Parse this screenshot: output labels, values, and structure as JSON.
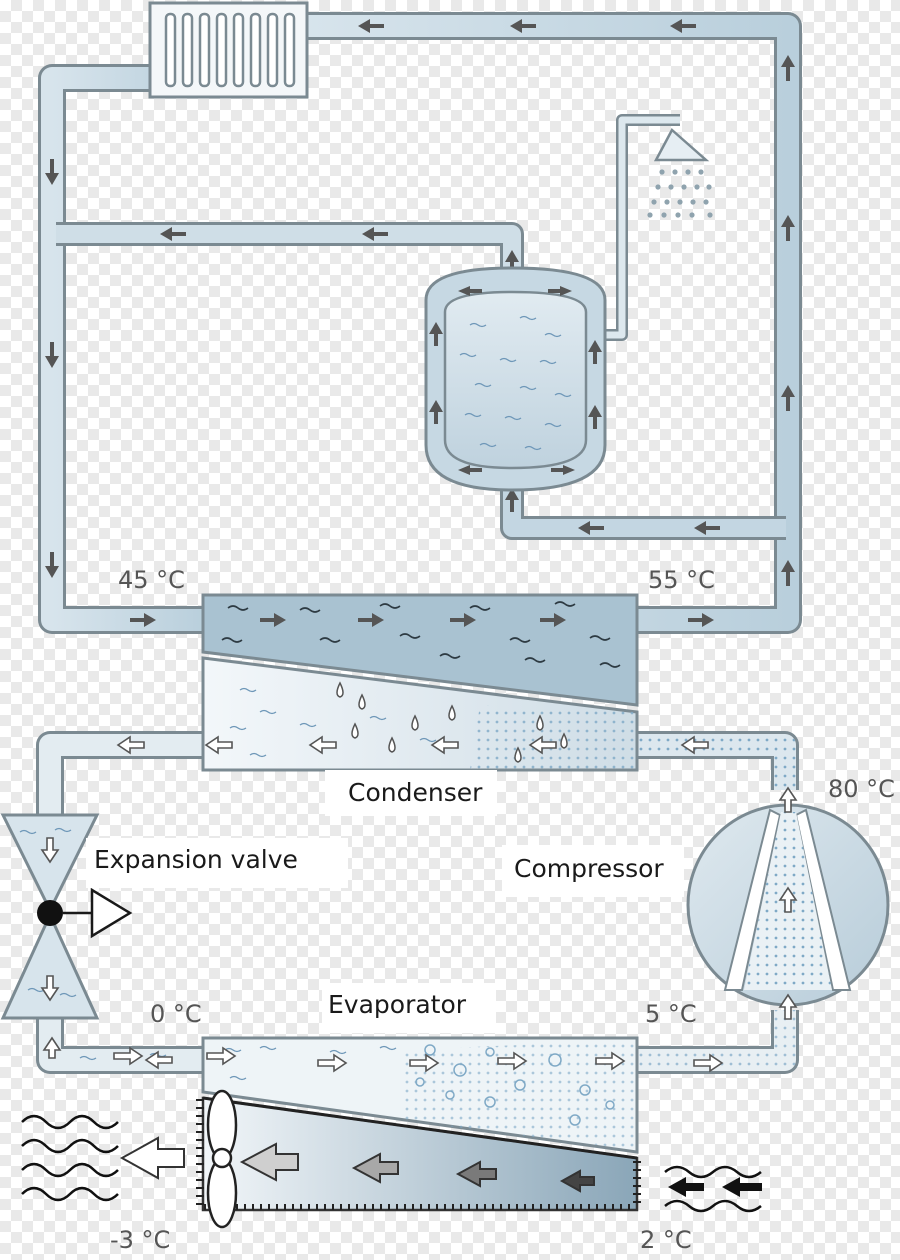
{
  "labels": {
    "condenser": "Condenser",
    "expansion_valve": "Expansion valve",
    "compressor": "Compressor",
    "evaporator": "Evaporator"
  },
  "temperatures": {
    "return_water": "45 °C",
    "supply_water": "55 °C",
    "compressor_out": "80 °C",
    "evaporator_in": "0 °C",
    "evaporator_out": "5 °C",
    "air_out": "-3 °C",
    "air_in": "2 °C"
  },
  "colors": {
    "pipe": "#c5d8e4",
    "outline": "#7b8a92",
    "water": "#a6bfcf",
    "arrow": "#555555"
  },
  "icons": [
    "radiator-icon",
    "shower-icon",
    "fan-icon",
    "air-wave-icon",
    "droplet-icon"
  ]
}
